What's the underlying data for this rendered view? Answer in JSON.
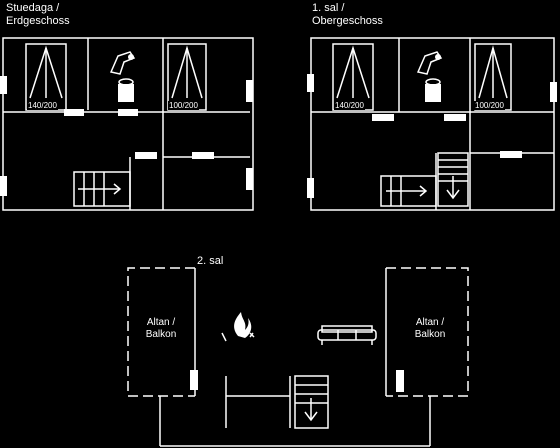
{
  "floors": {
    "ground": {
      "title_line1": "Stuedaga /",
      "title_line2": "Erdgeschoss"
    },
    "first": {
      "title_line1": "1. sal /",
      "title_line2": "Obergeschoss"
    },
    "second": {
      "title": "2. sal"
    }
  },
  "labels": {
    "bed_left_ground": "140/200",
    "bed_right_ground": "100/200",
    "bed_left_first": "140/200",
    "bed_right_first": "100/200",
    "balcony_left_line1": "Altan /",
    "balcony_left_line2": "Balkon",
    "balcony_right_line1": "Altan /",
    "balcony_right_line2": "Balkon"
  },
  "icons": {
    "bathroom": "toilet-sink-icon",
    "fireplace": "fireplace-flame-icon",
    "sofa": "sofa-icon",
    "stairs": "stairs-arrow-icon"
  },
  "colors": {
    "background": "#000000",
    "lines": "#ffffff"
  }
}
